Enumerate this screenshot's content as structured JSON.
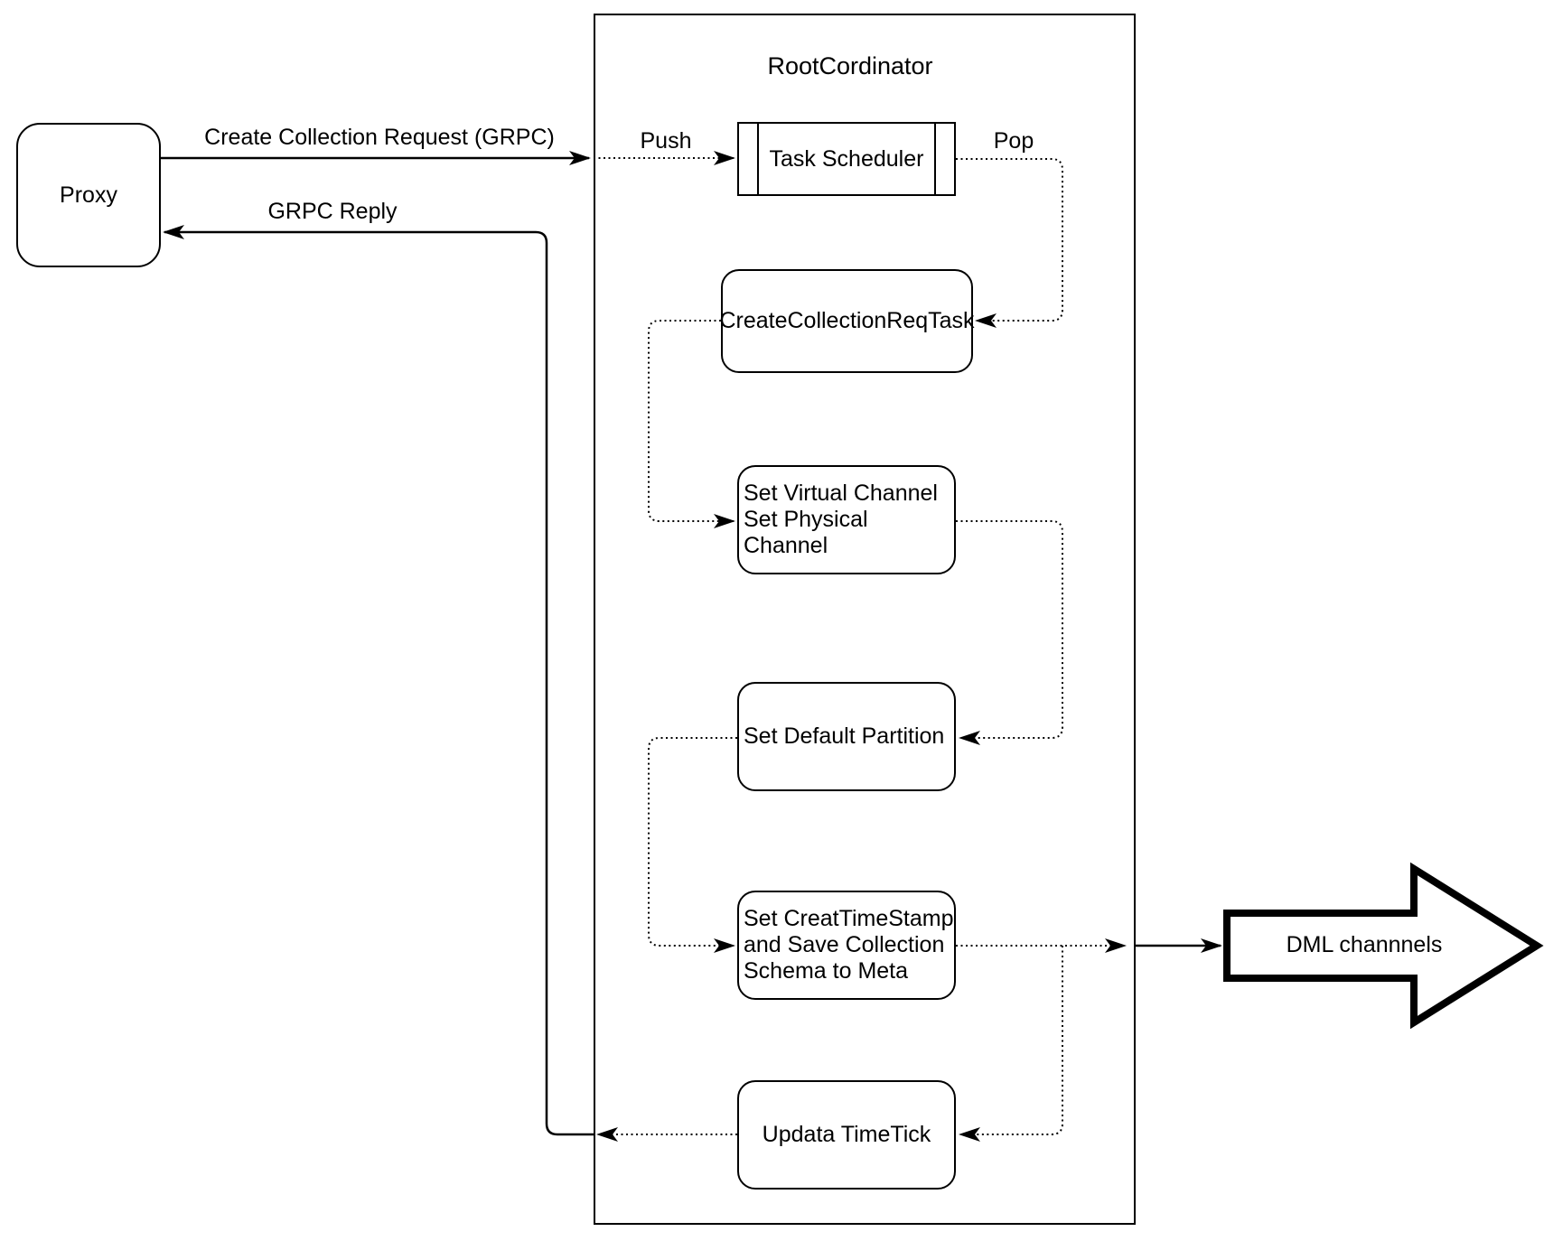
{
  "diagram": {
    "title": "RootCordinator",
    "nodes": {
      "proxy": "Proxy",
      "task_scheduler": "Task Scheduler",
      "create_collection_req_task": "CreateCollectionReqTask",
      "set_channel": [
        "Set Virtual Channel",
        "Set Physical Channel"
      ],
      "set_default_partition": "Set Default Partition",
      "set_timestamp": [
        "Set CreatTimeStamp",
        "and Save Collection",
        "Schema to Meta"
      ],
      "update_timetick": "Updata TimeTick",
      "dml_channels": "DML channnels"
    },
    "edges": {
      "create_collection_request": "Create Collection Request (GRPC)",
      "grpc_reply": "GRPC Reply",
      "push": "Push",
      "pop": "Pop"
    },
    "colors": {
      "stroke": "#000000",
      "background": "#ffffff"
    }
  }
}
